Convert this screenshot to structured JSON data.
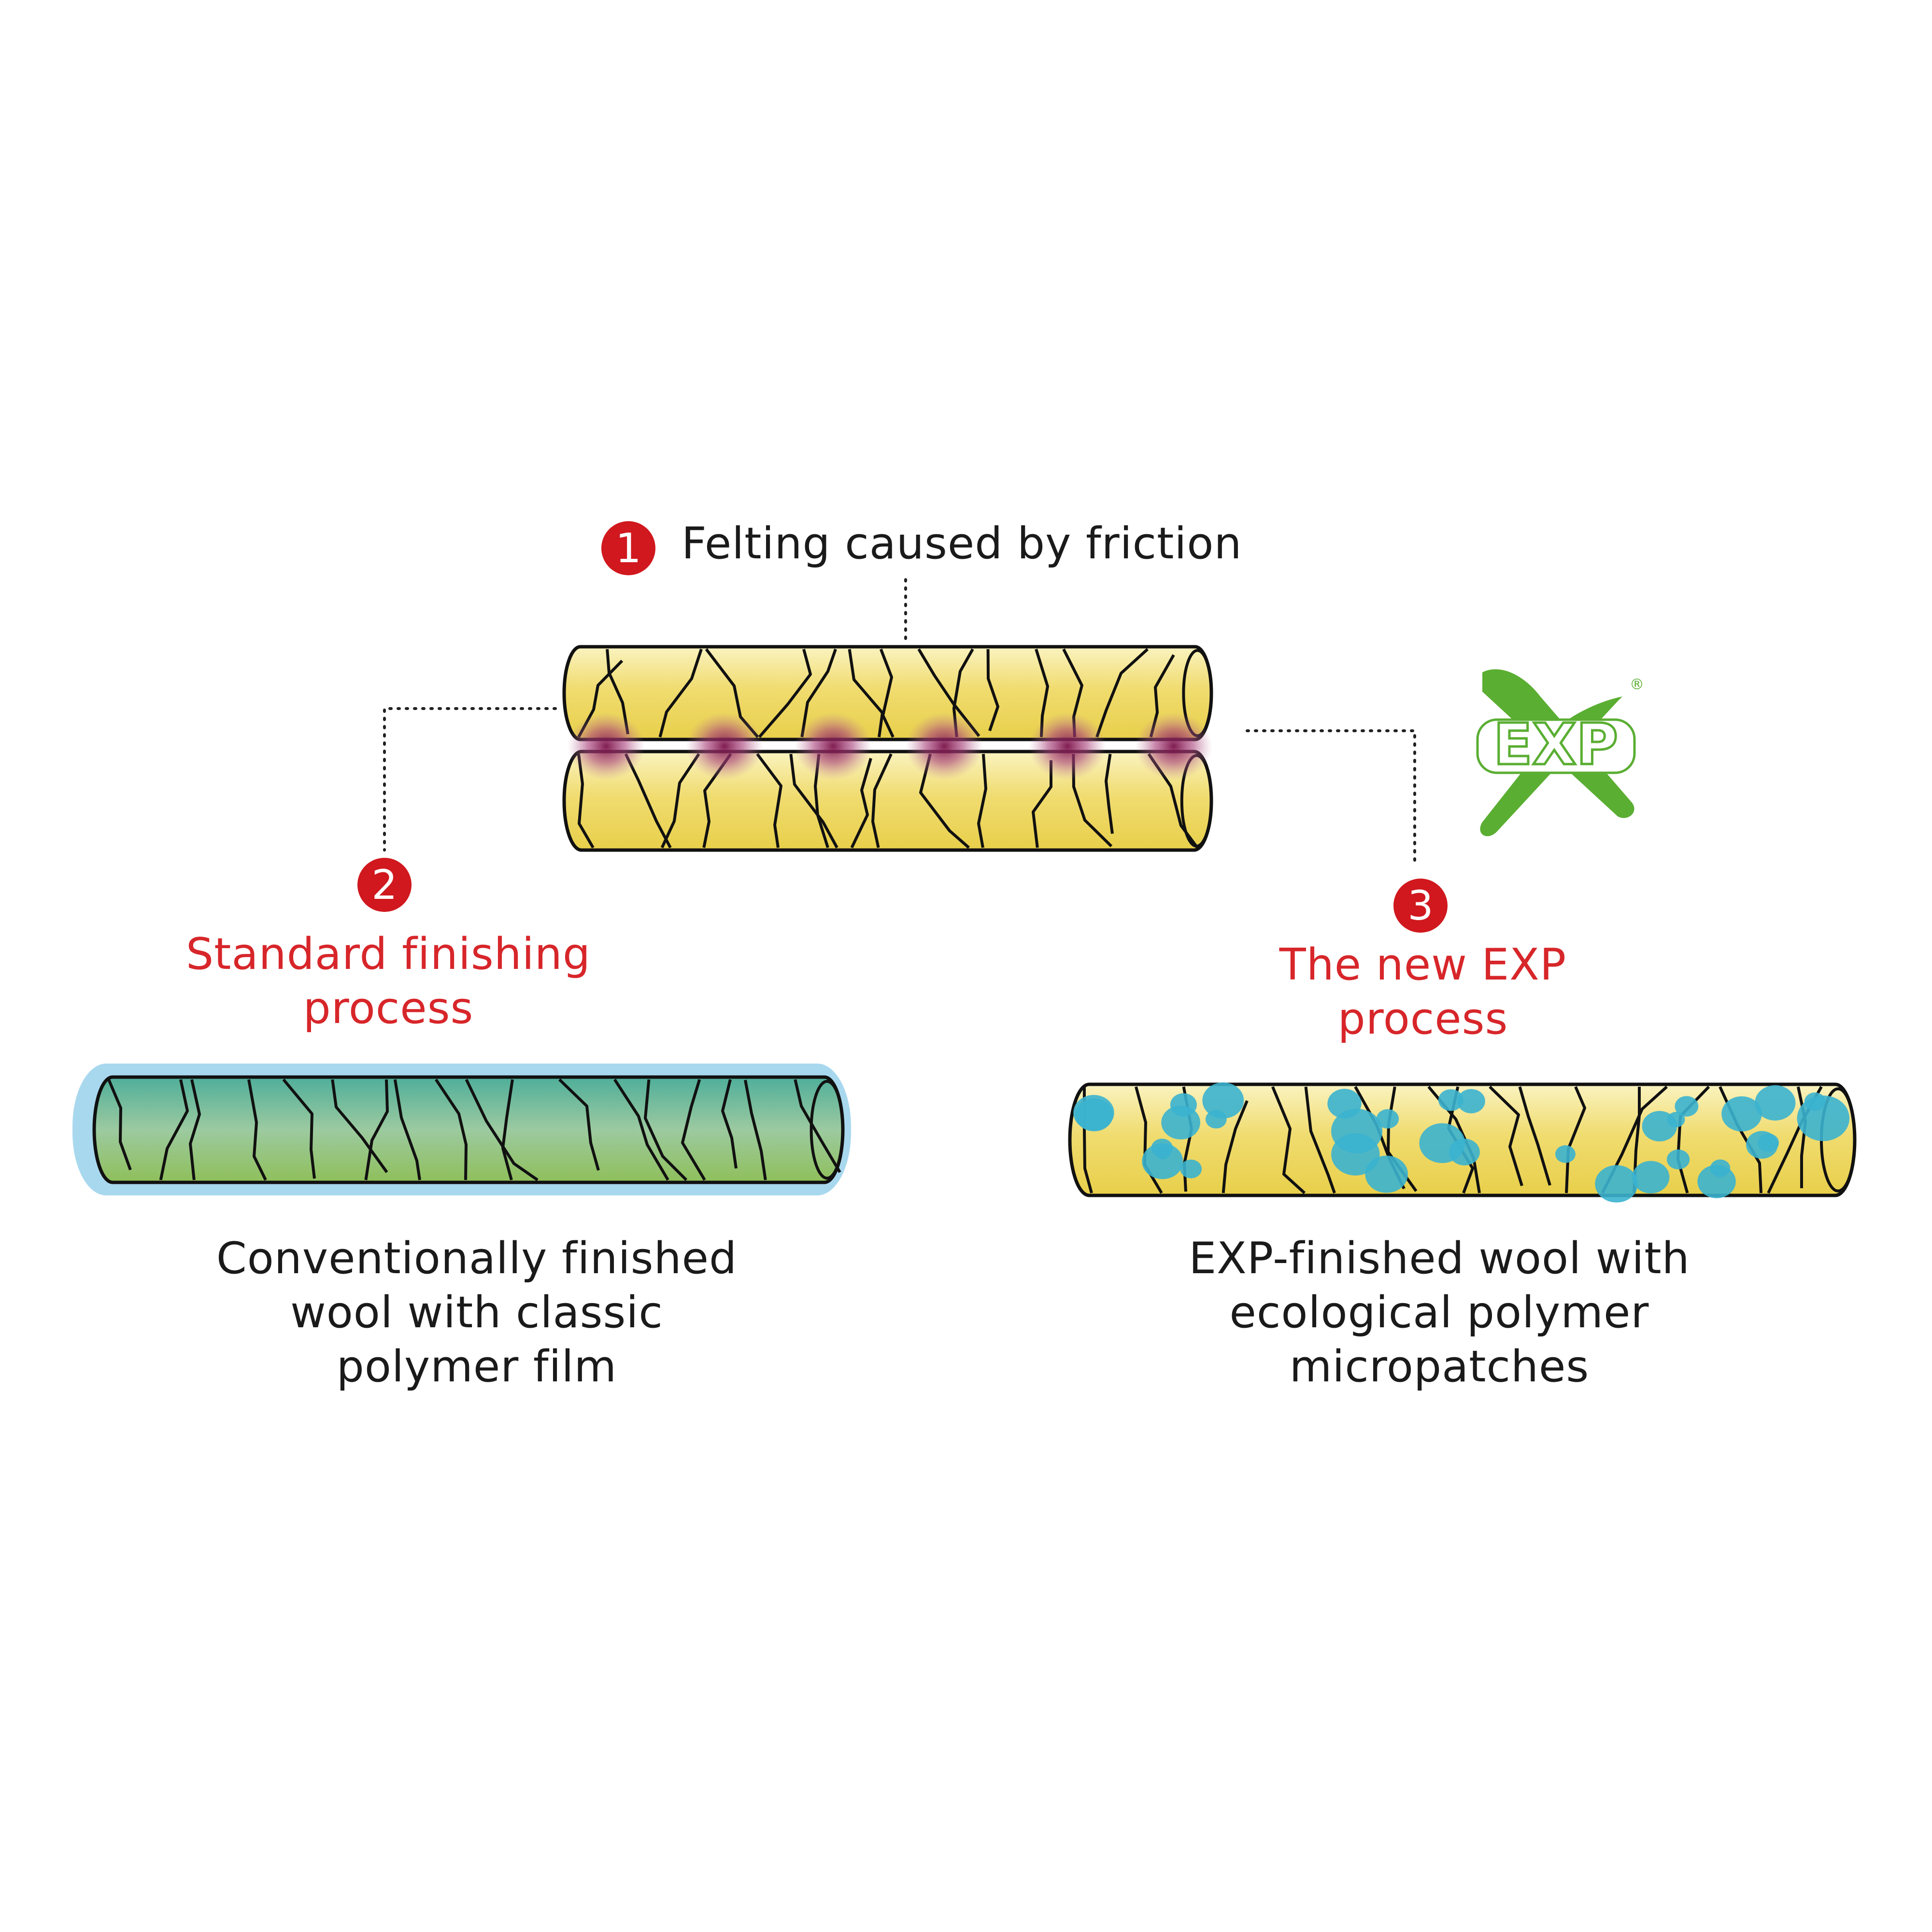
{
  "step1": {
    "number": "1",
    "label": "Felting caused by friction"
  },
  "step2": {
    "number": "2",
    "label_lines": [
      "Standard finishing",
      "process"
    ]
  },
  "step3": {
    "number": "3",
    "label_lines": [
      "The new EXP",
      "process"
    ]
  },
  "left_caption": [
    "Conventionally finished",
    "wool with classic",
    "polymer film"
  ],
  "right_caption": [
    "EXP-finished wool with",
    "ecological polymer",
    "micropatches"
  ],
  "logo": {
    "text": "EXP",
    "registered": "®"
  },
  "colors": {
    "accent_red": "#d0181e",
    "label_red": "#d7262a",
    "logo_green": "#5aae32",
    "fiber_yellow": "#f2e07a",
    "film_blue": "#a8d8ee",
    "patch_cyan": "#3bb3cf",
    "friction_purple": "#8a1a55"
  }
}
